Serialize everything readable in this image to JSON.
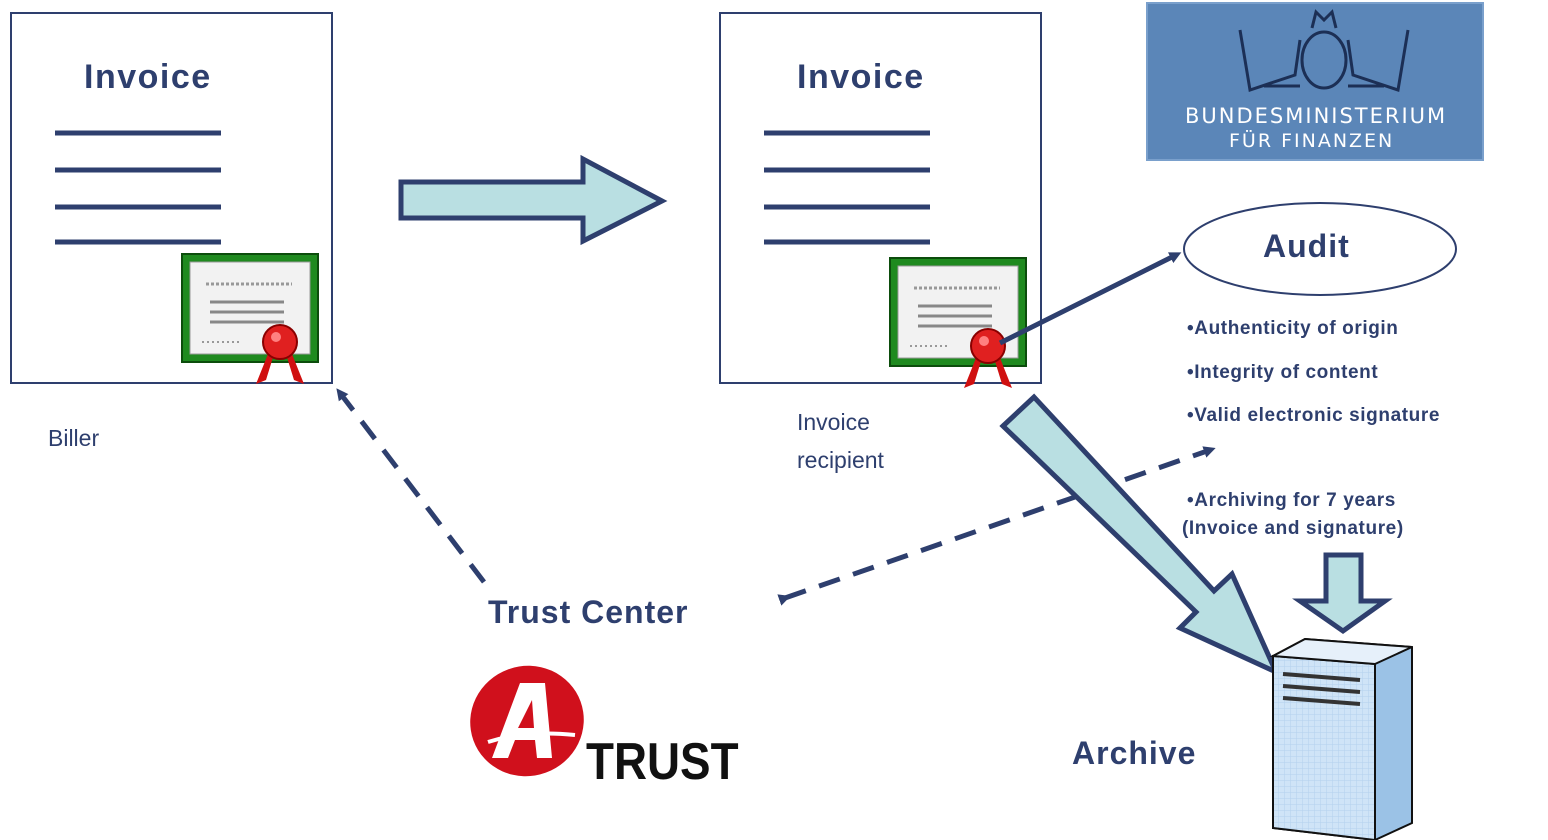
{
  "biller_doc": {
    "title": "Invoice",
    "caption": "Biller"
  },
  "recipient_doc": {
    "title": "Invoice",
    "caption_line1": "Invoice",
    "caption_line2": "recipient"
  },
  "ministry_logo": {
    "line1": "BUNDESMINISTERIUM",
    "line2": "FÜR FINANZEN"
  },
  "audit": {
    "label": "Audit",
    "checks": [
      "•Authenticity of origin",
      "•Integrity of content",
      "•Valid electronic signature"
    ],
    "archiving_line1": "•Archiving for 7 years",
    "archiving_line2": "(Invoice and signature)"
  },
  "trust_center": {
    "label": "Trust Center",
    "logo_word": "TRUST"
  },
  "archive": {
    "label": "Archive"
  },
  "colors": {
    "navy": "#2e3f6e",
    "arrow_fill": "#b9dfe2",
    "ministry_blue": "#5b86b8",
    "cert_green": "#1f8a1f",
    "seal_red": "#d01010",
    "atrust_red": "#d0101c"
  }
}
